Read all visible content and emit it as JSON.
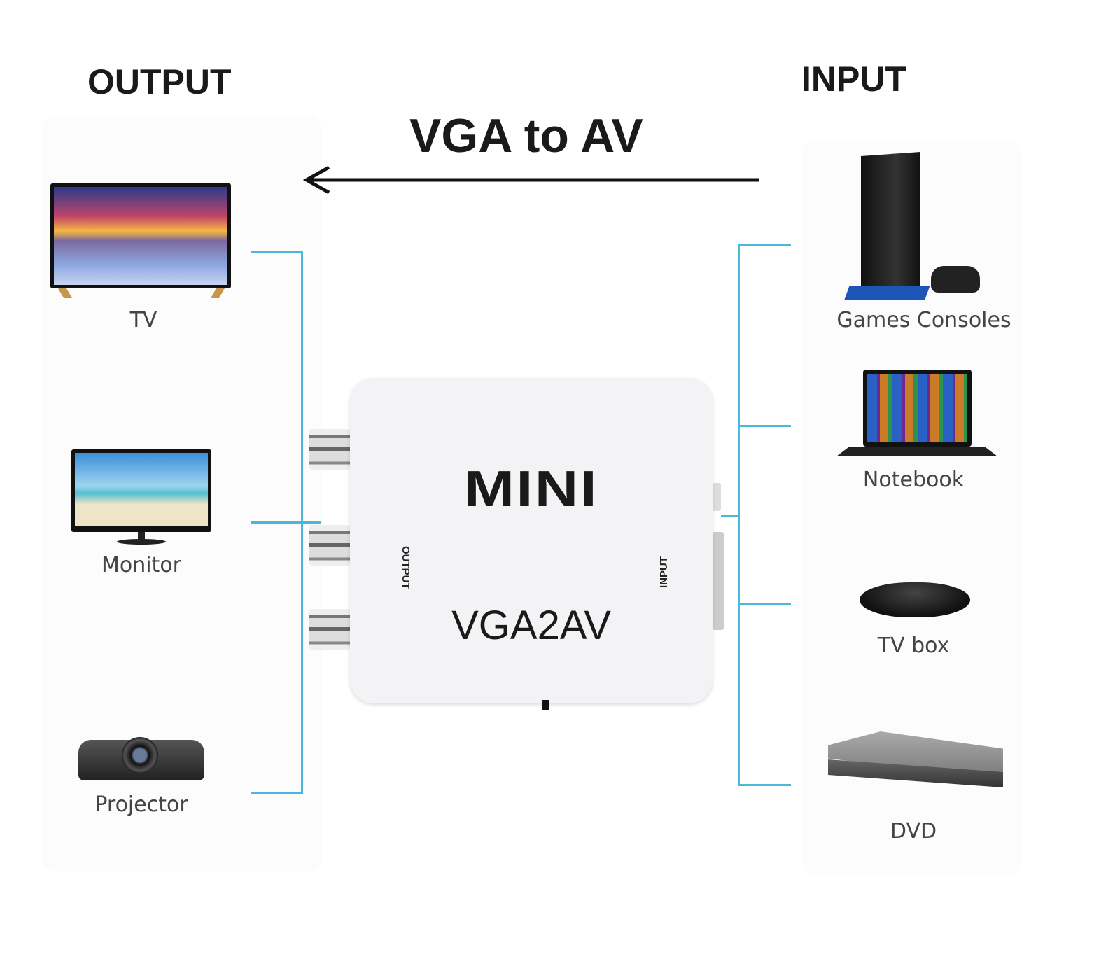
{
  "headings": {
    "output": "OUTPUT",
    "input": "INPUT"
  },
  "title": "VGA to AV",
  "device": {
    "brand": "MINI",
    "model": "VGA2AV",
    "output_port_label": "OUTPUT",
    "input_port_label": "INPUT"
  },
  "outputs": [
    {
      "label": "TV",
      "icon": "tv-icon"
    },
    {
      "label": "Monitor",
      "icon": "monitor-icon"
    },
    {
      "label": "Projector",
      "icon": "projector-icon"
    }
  ],
  "inputs": [
    {
      "label": "Games Consoles",
      "icon": "game-console-icon"
    },
    {
      "label": "Notebook",
      "icon": "notebook-icon"
    },
    {
      "label": "TV box",
      "icon": "tv-box-icon"
    },
    {
      "label": "DVD",
      "icon": "dvd-player-icon"
    }
  ],
  "colors": {
    "connector_line": "#4ab8dc",
    "text": "#1a1a1a"
  }
}
